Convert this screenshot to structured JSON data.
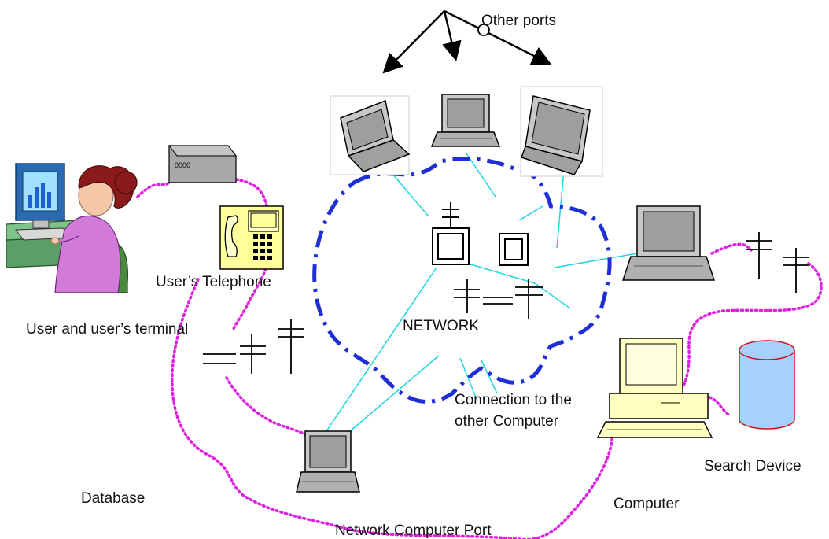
{
  "labels": {
    "other_ports": "Other ports",
    "users_telephone": "User’s Telephone",
    "user_terminal": "User and user’s terminal",
    "network": "NETWORK",
    "connection_line1": "Connection to the",
    "connection_line2": "other Computer",
    "computer": "Computer",
    "search_device": "Search Device",
    "database": "Database",
    "network_computer_port": "Network Computer Port"
  },
  "phone_box": {
    "label": "0000"
  },
  "colors": {
    "network_cloud": "#1f2fd6",
    "magenta_link": "#e020e0",
    "cyan_link": "#22d3e0",
    "laptop_gray": "#a8a8a8",
    "computer_yellow": "#ffffc0",
    "database_blue": "#a8d0ff",
    "database_outline": "#d01818"
  }
}
